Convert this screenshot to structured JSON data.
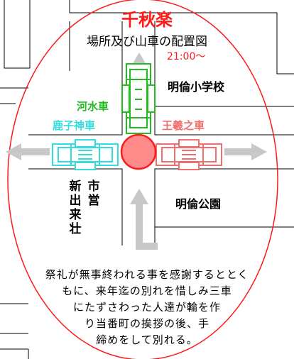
{
  "header": {
    "title": "千秋楽",
    "subtitle": "場所及び山車の配置図",
    "time": "21:00〜"
  },
  "places": {
    "school": "明倫小学校",
    "park": "明倫公園",
    "ichiba": "市営",
    "shinde": "新出来壮"
  },
  "floats": {
    "kawamizu": "河水車",
    "kashiko": "鹿子神車",
    "ougi": "王羲之車"
  },
  "notice": [
    "祭礼が無事終われる事を感謝するととく",
    "もに、来年迄の別れを惜しみ三車",
    "にたずさわった人達が輪を作",
    "り当番町の挨拶の後、手",
    "締めをして別れる。"
  ],
  "colors": {
    "accent_red": "#ff1a1a",
    "kawamizu_green": "#22bb22",
    "kashiko_cyan": "#33dddd",
    "ougi_pink": "#f26d6d",
    "arrow_gray": "#c8c8c8"
  }
}
